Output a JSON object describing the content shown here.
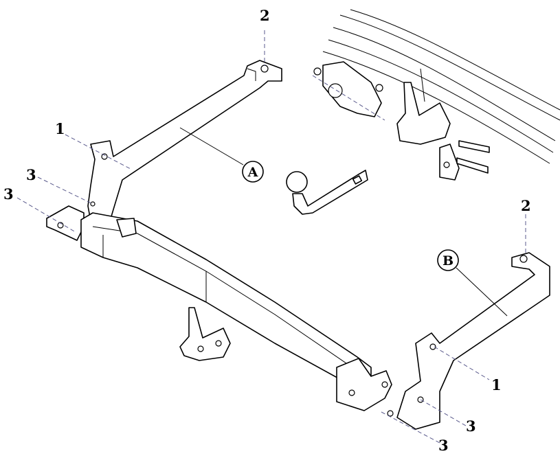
{
  "labels": {
    "bolt_1": "1",
    "bolt_2": "2",
    "bolt_3": "3",
    "part_a": "A",
    "part_b": "B"
  }
}
